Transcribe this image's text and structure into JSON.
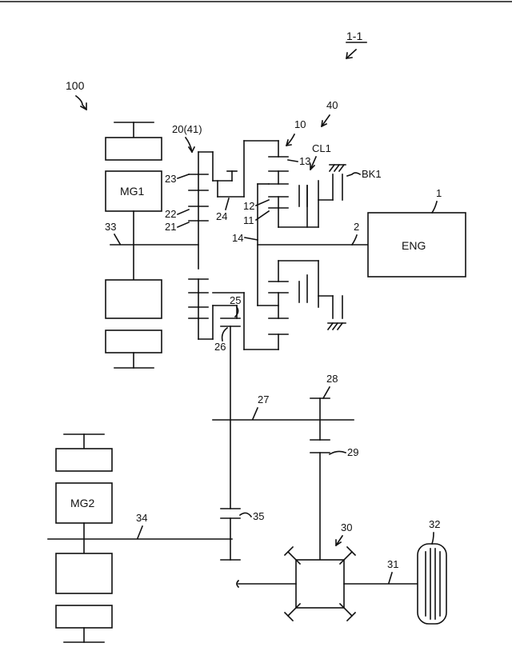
{
  "figure_ref": "1-1",
  "system_ref": "100",
  "blocks": {
    "mg1": "MG1",
    "mg2": "MG2",
    "engine": "ENG"
  },
  "labels": {
    "n1": "1",
    "n2": "2",
    "n10": "10",
    "n11": "11",
    "n12": "12",
    "n13": "13",
    "n14": "14",
    "n20": "20(41)",
    "n21": "21",
    "n22": "22",
    "n23": "23",
    "n24": "24",
    "n25": "25",
    "n26": "26",
    "n27": "27",
    "n28": "28",
    "n29": "29",
    "n30": "30",
    "n31": "31",
    "n32": "32",
    "n33": "33",
    "n34": "34",
    "n35": "35",
    "n40": "40",
    "cl1": "CL1",
    "bk1": "BK1"
  }
}
